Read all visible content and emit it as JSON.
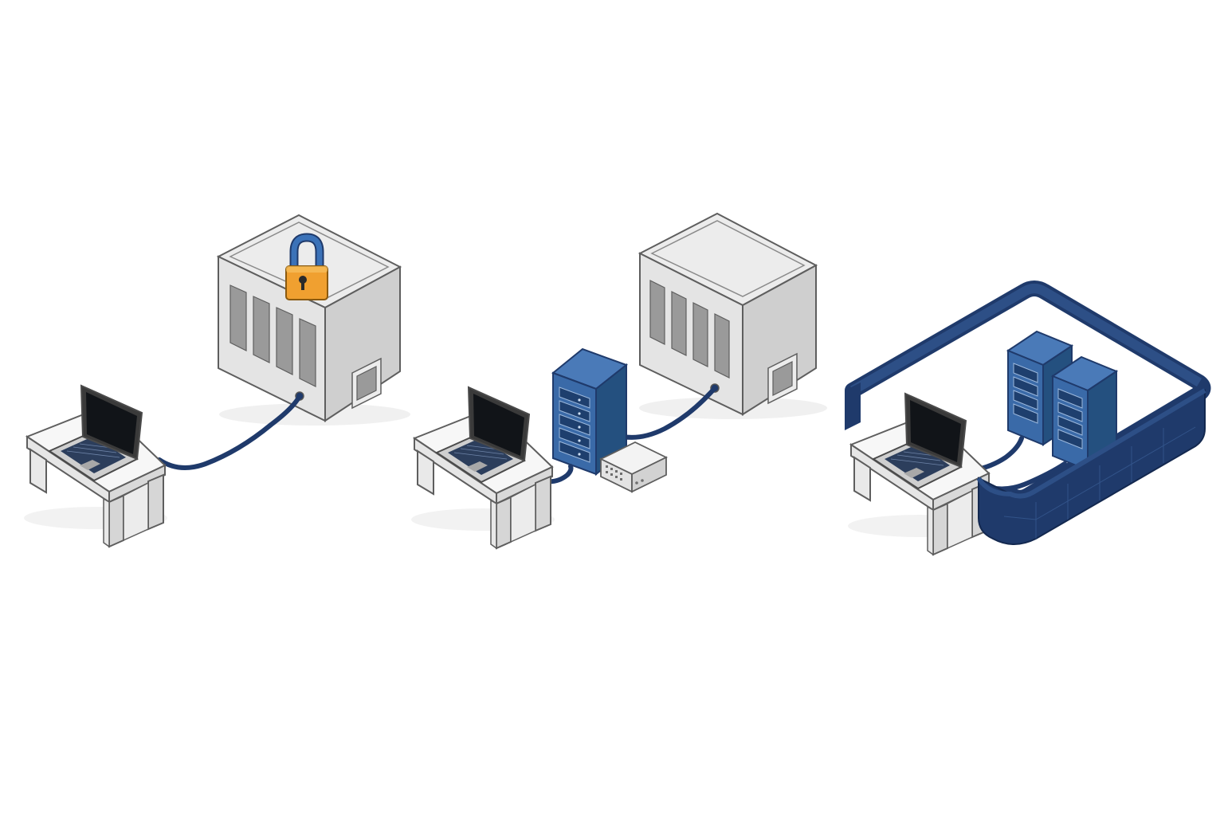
{
  "diagram": {
    "panels": [
      {
        "name": "laptop-to-locked-datacenter",
        "components": [
          "laptop-desk-icon",
          "cable",
          "datacenter-building-icon",
          "padlock-icon"
        ]
      },
      {
        "name": "laptop-via-server-and-switch-to-datacenter",
        "components": [
          "laptop-desk-icon",
          "server-rack-icon",
          "network-switch-icon",
          "cable",
          "datacenter-building-icon"
        ]
      },
      {
        "name": "laptop-and-servers-inside-firewall",
        "components": [
          "brick-wall-enclosure-icon",
          "laptop-desk-icon",
          "server-rack-icon",
          "server-rack-icon",
          "cable"
        ]
      }
    ]
  },
  "colors": {
    "navy": "#1f3a6b",
    "server_blue": "#3a6aa8",
    "server_blue_dark": "#24507f",
    "lock_orange": "#f0a030",
    "lock_shackle_blue": "#3b72b8",
    "building_light": "#eeeeee",
    "building_side": "#d6d6d6",
    "desk_top": "#f7f7f7",
    "desk_side": "#d9d9d9",
    "outline": "#5e5e5e"
  }
}
